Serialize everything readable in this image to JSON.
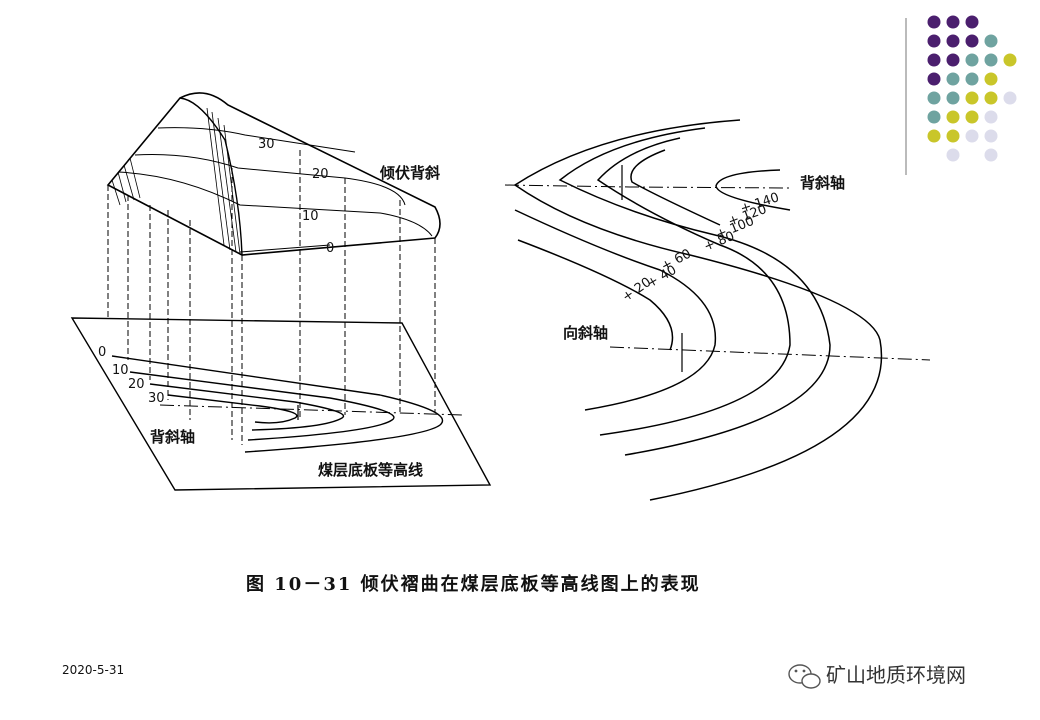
{
  "diagram": {
    "block_contours": [
      "30",
      "20",
      "10",
      "0"
    ],
    "block_label": "倾伏背斜",
    "plane_contours": [
      "0",
      "10",
      "20",
      "30"
    ],
    "plane_axis_label": "背斜轴",
    "plane_label": "煤层底板等高线",
    "map_contours": [
      "+ 140",
      "+ 120",
      "+ 100",
      "+ 80",
      "+ 60",
      "+ 40",
      "+ 20"
    ],
    "map_anticline_axis": "背斜轴",
    "map_syncline_axis": "向斜轴"
  },
  "caption": "图 10－31  倾伏褶曲在煤层底板等高线图上的表现",
  "footer": {
    "date": "2020-5-31",
    "watermark": "矿山地质环境网"
  },
  "dot_grid": {
    "colors": {
      "purple": "#4B1F6E",
      "teal": "#6FA3A0",
      "olive": "#C9C62A",
      "lavender": "#DCDCEB"
    }
  }
}
